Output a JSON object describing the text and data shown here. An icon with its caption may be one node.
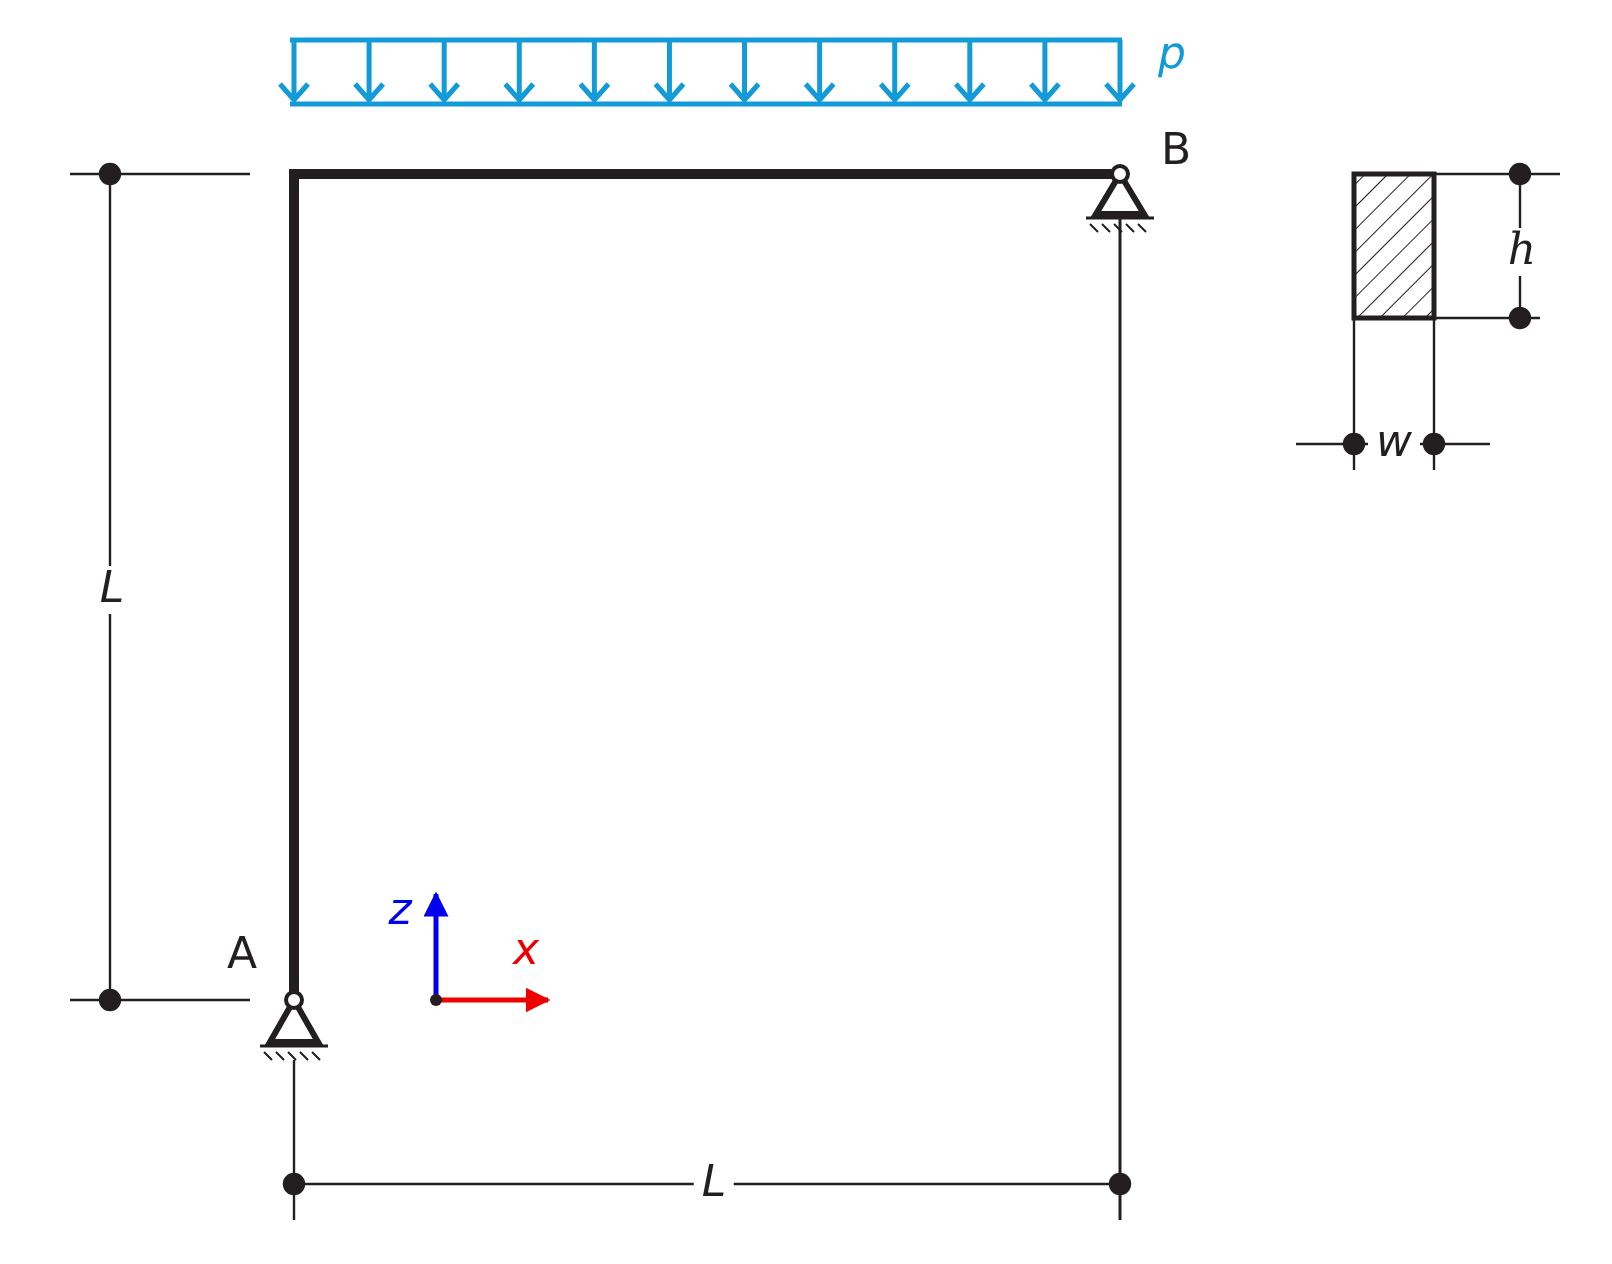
{
  "diagram": {
    "labels": [
      "p",
      "B",
      "h",
      "w",
      "L",
      "z",
      "x",
      "A",
      "L"
    ]
  }
}
